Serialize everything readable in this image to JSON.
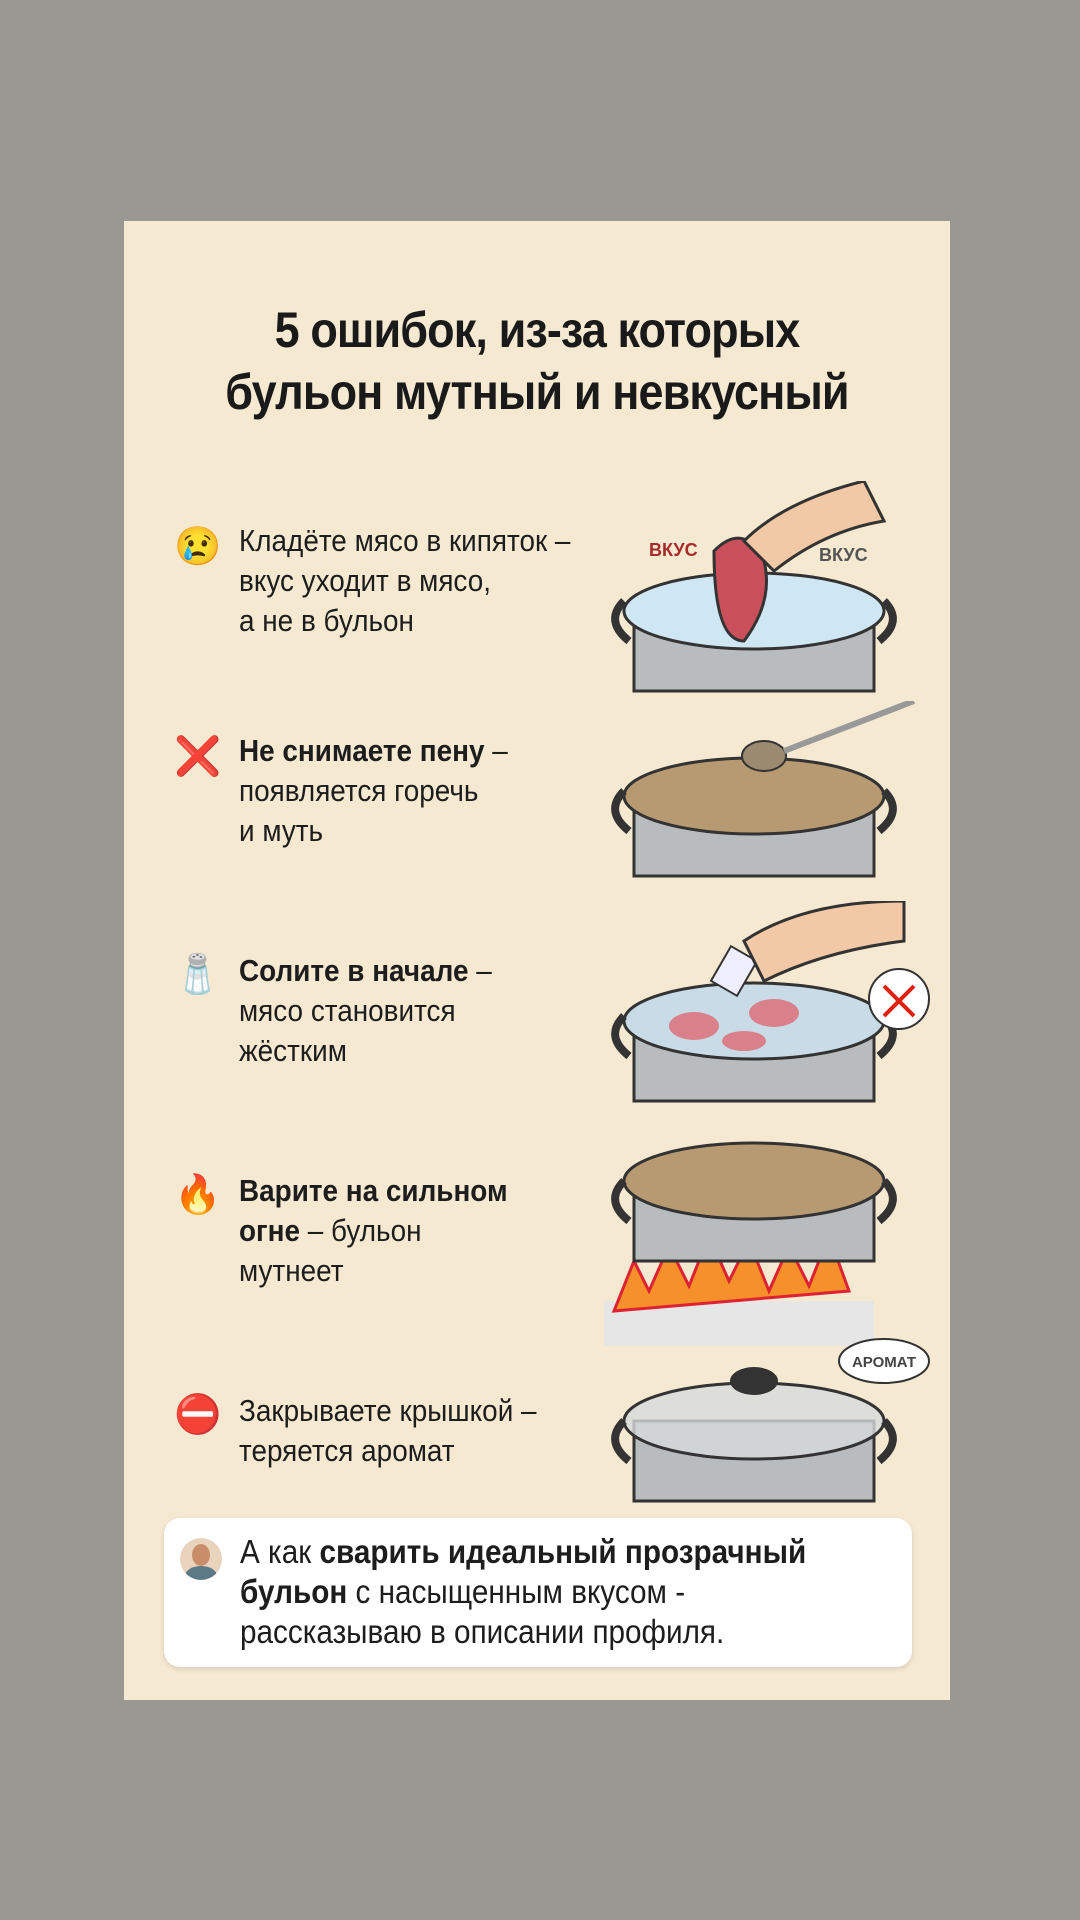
{
  "title": {
    "line1": "5 ошибок, из-за которых",
    "line2": "бульон мутный и невкусный"
  },
  "mistakes": [
    {
      "icon": "crying-face-icon",
      "glyph": "😢",
      "bold": "",
      "text1": "Кладёте мясо в кипяток –",
      "text2": "вкус уходит в мясо,",
      "text3": "а не в бульон",
      "labels": [
        "ВКУС",
        "ВКУС"
      ]
    },
    {
      "icon": "cross-mark-icon",
      "glyph": "❌",
      "bold": "Не снимаете пену",
      "text1": " –",
      "text2": "появляется горечь",
      "text3": "и муть"
    },
    {
      "icon": "salt-shaker-icon",
      "glyph": "🧂",
      "bold": "Солите в начале",
      "text1": " –",
      "text2": "мясо становится",
      "text3": "жёстким"
    },
    {
      "icon": "fire-icon",
      "glyph": "🔥",
      "bold": "Варите на сильном",
      "bold2": "огне",
      "text1": " – бульон",
      "text2": "мутнеет"
    },
    {
      "icon": "no-entry-icon",
      "glyph": "⛔",
      "bold": "",
      "text1": "Закрываете крышкой –",
      "text2": "теряется аромат",
      "labels": [
        "АРОМАТ"
      ]
    }
  ],
  "callout": {
    "pre": "А как ",
    "bold1": "сварить идеальный прозрачный",
    "bold2": "бульон",
    "mid": " с насыщенным вкусом -",
    "line3": "рассказываю в описании профиля."
  }
}
